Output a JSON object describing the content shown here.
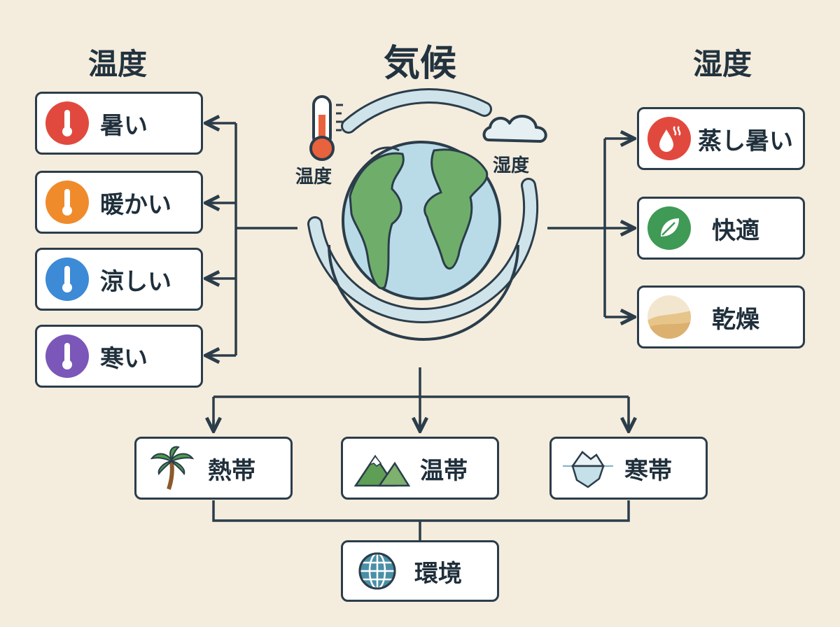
{
  "title": "気候",
  "left_heading": "温度",
  "right_heading": "湿度",
  "globe_labels": {
    "temperature": "温度",
    "humidity": "湿度"
  },
  "temperature_items": [
    {
      "label": "暑い",
      "color": "#e2493e"
    },
    {
      "label": "暖かい",
      "color": "#f08b2c"
    },
    {
      "label": "涼しい",
      "color": "#3d8ad6"
    },
    {
      "label": "寒い",
      "color": "#7a57b8"
    }
  ],
  "humidity_items": [
    {
      "label": "蒸し暑い",
      "icon": "drop-steam-icon",
      "color": "#e2493e"
    },
    {
      "label": "快適",
      "icon": "leaf-icon",
      "color": "#3f9a55"
    },
    {
      "label": "乾燥",
      "icon": "desert-dune-icon",
      "color": "#e7c48a"
    }
  ],
  "zones": [
    {
      "label": "熱帯",
      "icon": "palm-tree-icon"
    },
    {
      "label": "温帯",
      "icon": "mountain-icon"
    },
    {
      "label": "寒帯",
      "icon": "iceberg-icon"
    }
  ],
  "environment": {
    "label": "環境",
    "icon": "globe-grid-icon"
  }
}
